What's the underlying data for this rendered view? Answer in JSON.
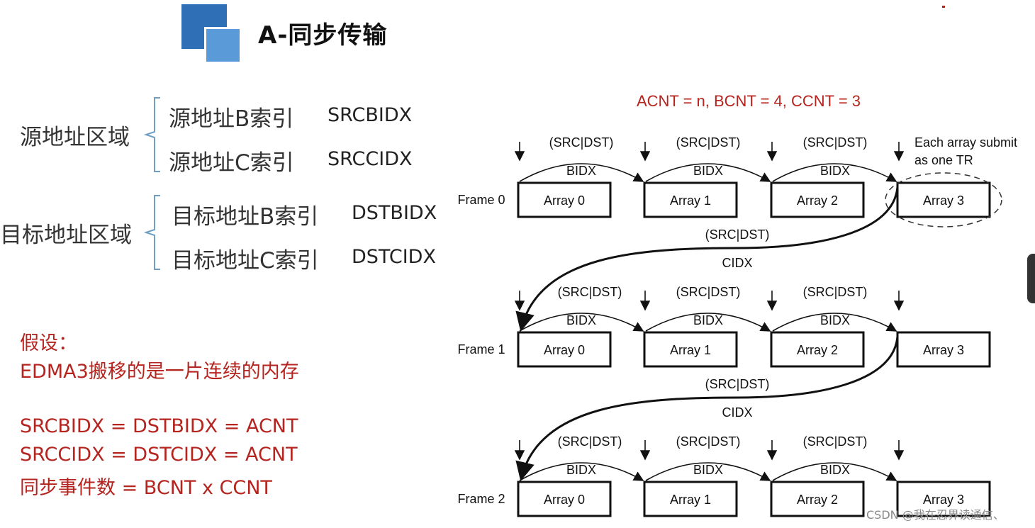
{
  "title": "A-同步传输",
  "source": {
    "label": "源地址区域",
    "rows": [
      {
        "name": "源地址B索引",
        "code": "SRCBIDX"
      },
      {
        "name": "源地址C索引",
        "code": "SRCCIDX"
      }
    ]
  },
  "dest": {
    "label": "目标地址区域",
    "rows": [
      {
        "name": "目标地址B索引",
        "code": "DSTBIDX"
      },
      {
        "name": "目标地址C索引",
        "code": "DSTCIDX"
      }
    ]
  },
  "notes": {
    "line1": "假设：",
    "line2": "EDMA3搬移的是一片连续的内存",
    "eq1": "SRCBIDX = DSTBIDX =   ACNT",
    "eq2": "SRCCIDX = DSTCIDX =   ACNT",
    "eq3": "同步事件数 =    BCNT x CCNT"
  },
  "diagram": {
    "header": "ACNT = n, BCNT = 4, CCNT = 3",
    "src_dst": "(SRC|DST)",
    "bidx": "BIDX",
    "cidx": "CIDX",
    "note_line1": "Each array submit",
    "note_line2": "as one TR",
    "frames": [
      "Frame 0",
      "Frame 1",
      "Frame 2"
    ],
    "arrays": [
      "Array 0",
      "Array 1",
      "Array 2",
      "Array 3"
    ]
  },
  "watermark": "CSDN @我在忍界读通信、",
  "colors": {
    "accent_dark": "#2f6fb5",
    "accent_light": "#5b9ad9",
    "note_red": "#b5241f"
  }
}
